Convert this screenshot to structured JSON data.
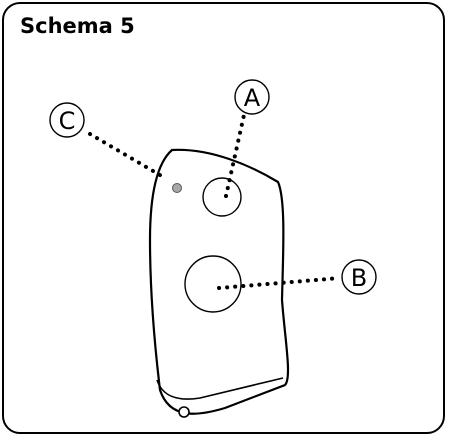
{
  "figure": {
    "title": "Schema 5",
    "callouts": [
      {
        "id": "A",
        "label": "A"
      },
      {
        "id": "B",
        "label": "B"
      },
      {
        "id": "C",
        "label": "C"
      }
    ],
    "colors": {
      "stroke": "#000000",
      "led": "#a8a8a8",
      "background": "#ffffff"
    }
  }
}
